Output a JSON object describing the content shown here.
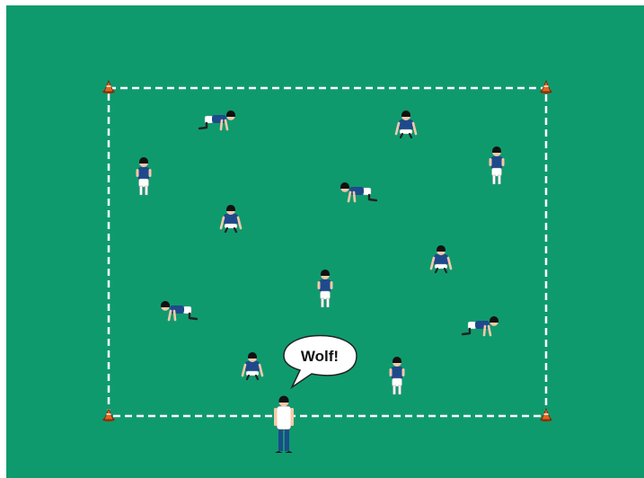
{
  "pitch": {
    "background_color": "#0f9a6e",
    "boundary_color": "#ffffff",
    "boundary_style": "dashed",
    "cone_color": "#e8621c",
    "shirt_color": "#1e4a8c",
    "shorts_color": "#ffffff",
    "skin_color": "#f5c9a8",
    "hair_color": "#111111"
  },
  "players": [
    {
      "pose": "crawl-right"
    },
    {
      "pose": "crouch"
    },
    {
      "pose": "stand"
    },
    {
      "pose": "stand"
    },
    {
      "pose": "crawl-left"
    },
    {
      "pose": "crouch"
    },
    {
      "pose": "crouch"
    },
    {
      "pose": "stand"
    },
    {
      "pose": "crawl-left"
    },
    {
      "pose": "crawl-right"
    },
    {
      "pose": "crouch"
    },
    {
      "pose": "stand"
    }
  ],
  "caller": {
    "role": "coach",
    "speech": "Wolf!",
    "shirt_color": "#ffffff",
    "trousers_color": "#1e4a8c"
  }
}
